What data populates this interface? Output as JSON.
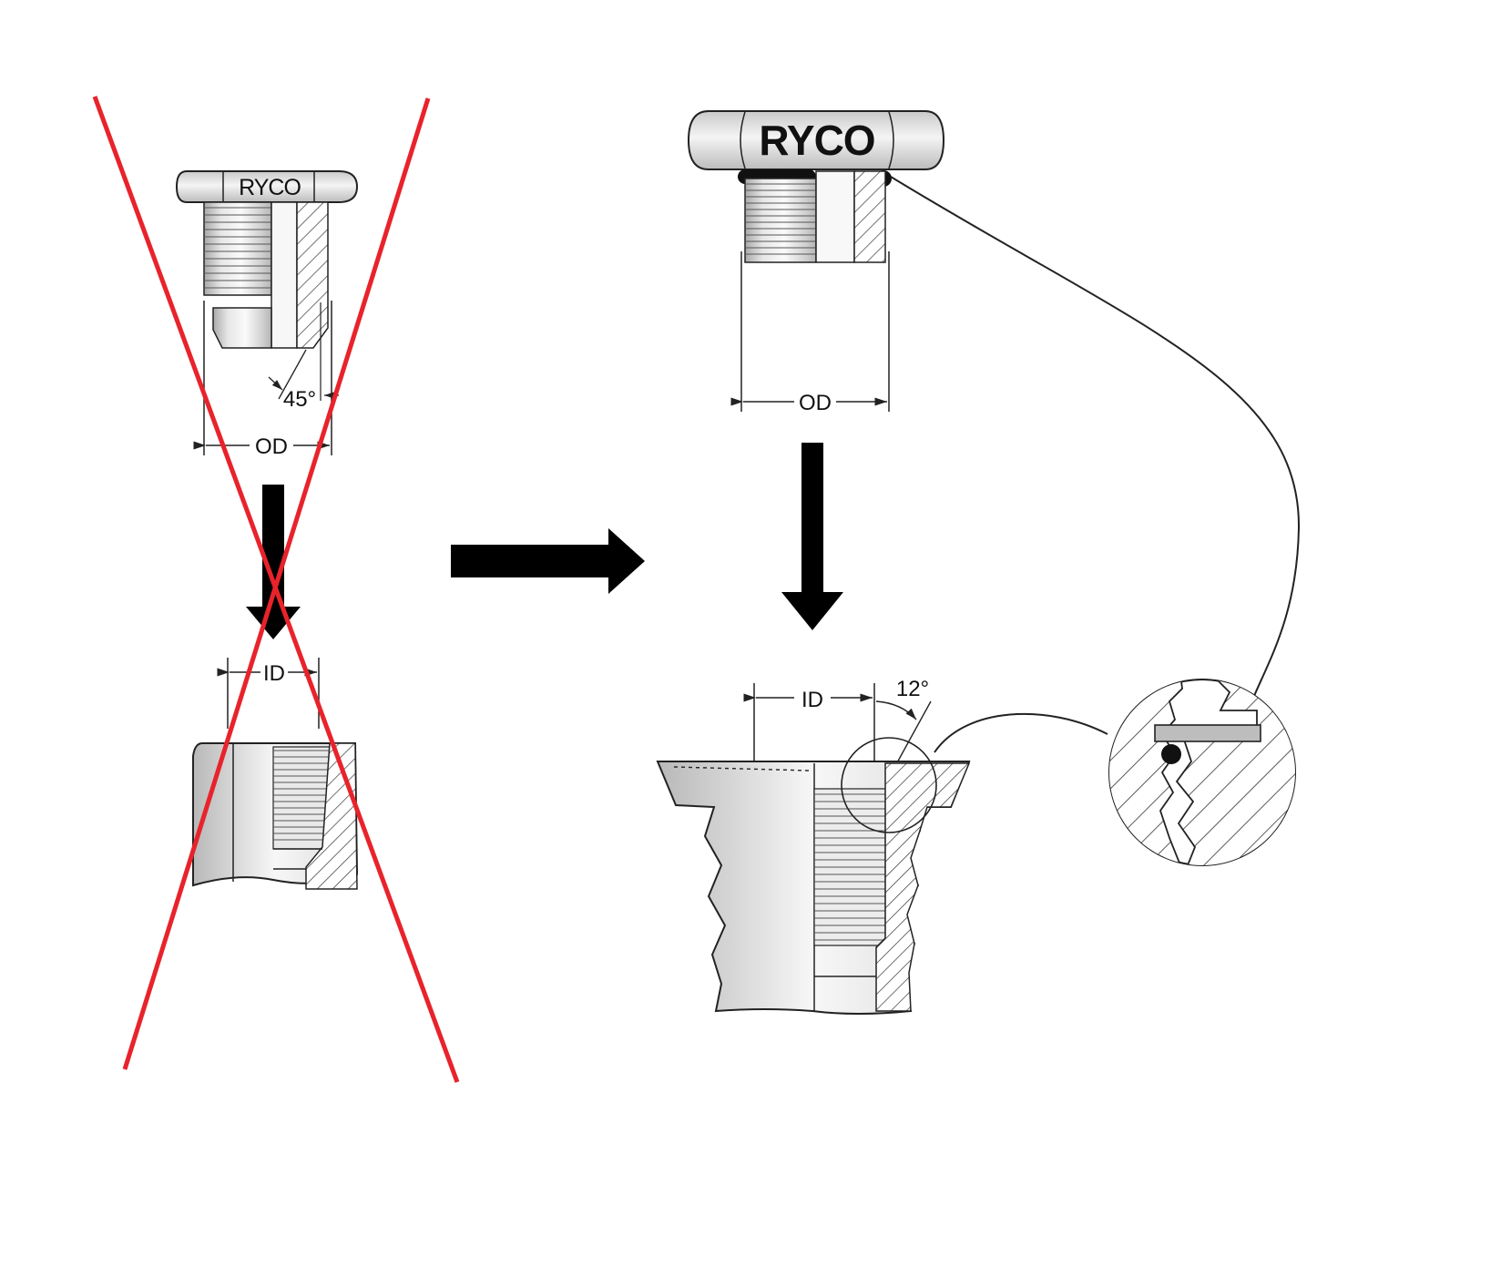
{
  "diagram": {
    "left_fitting": {
      "brand": "RYCO",
      "angle_label": "45°",
      "od_label": "OD",
      "id_label": "ID"
    },
    "right_fitting": {
      "brand": "RYCO",
      "od_label": "OD",
      "id_label": "ID",
      "angle_label": "12°"
    },
    "colors": {
      "cross_out": "#e8232b",
      "outline": "#222222",
      "metal_light": "#f2f2f2",
      "metal_mid": "#d4d4d4",
      "metal_dark": "#bdbdbd",
      "arrow": "#000000"
    }
  }
}
